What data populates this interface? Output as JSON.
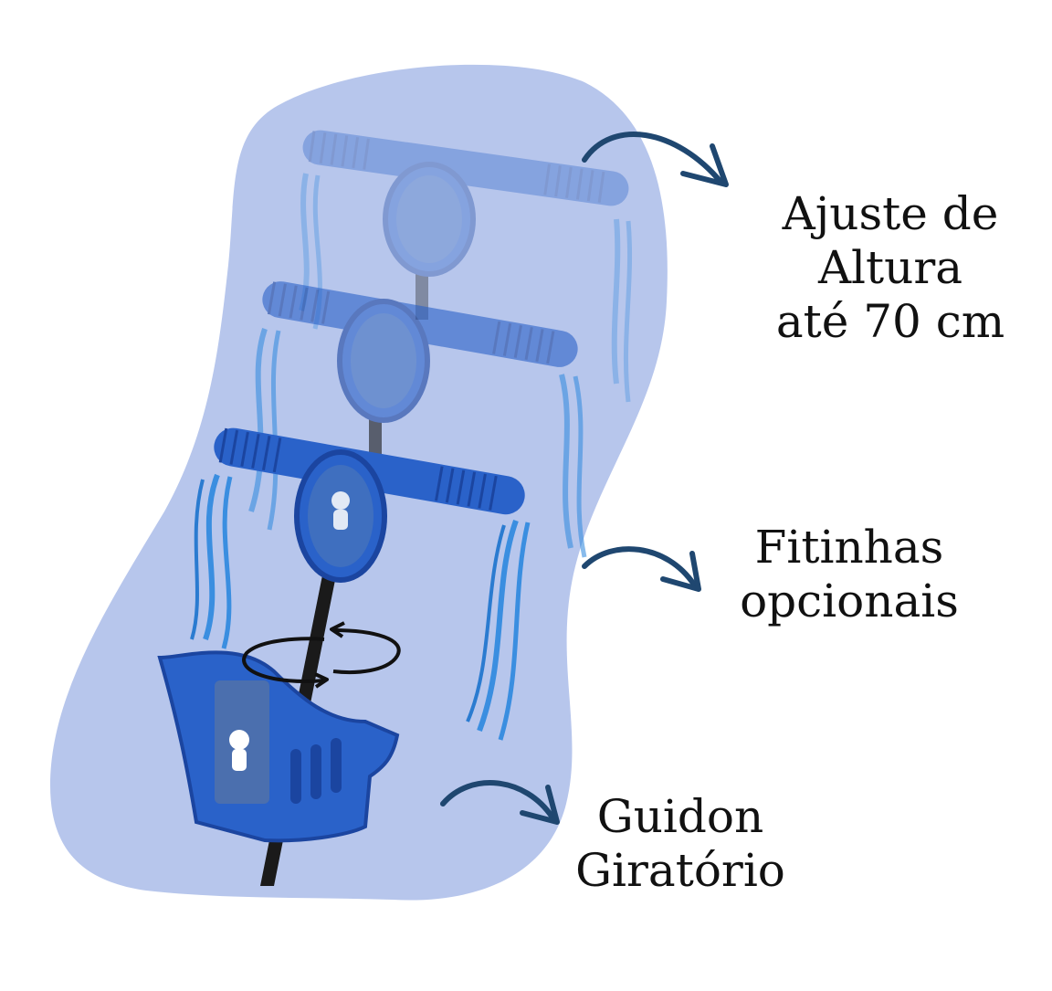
{
  "colors": {
    "blob": "#b7c6ec",
    "arrow": "#1f4770",
    "handlebar": "#2a62c9",
    "handlebar_dark": "#1b45a0",
    "stem": "#1a1a1a",
    "ribbon": "#3a8ee0"
  },
  "callouts": {
    "height_adjust": {
      "line1": "Ajuste de",
      "line2": "Altura",
      "line3": "até 70 cm"
    },
    "ribbons": {
      "line1": "Fitinhas",
      "line2": "opcionais"
    },
    "swivel": {
      "line1": "Guidon",
      "line2": "Giratório"
    }
  },
  "icons": [
    "curved-arrow-icon",
    "rotation-arrows-icon",
    "astronaut-emblem-icon"
  ]
}
